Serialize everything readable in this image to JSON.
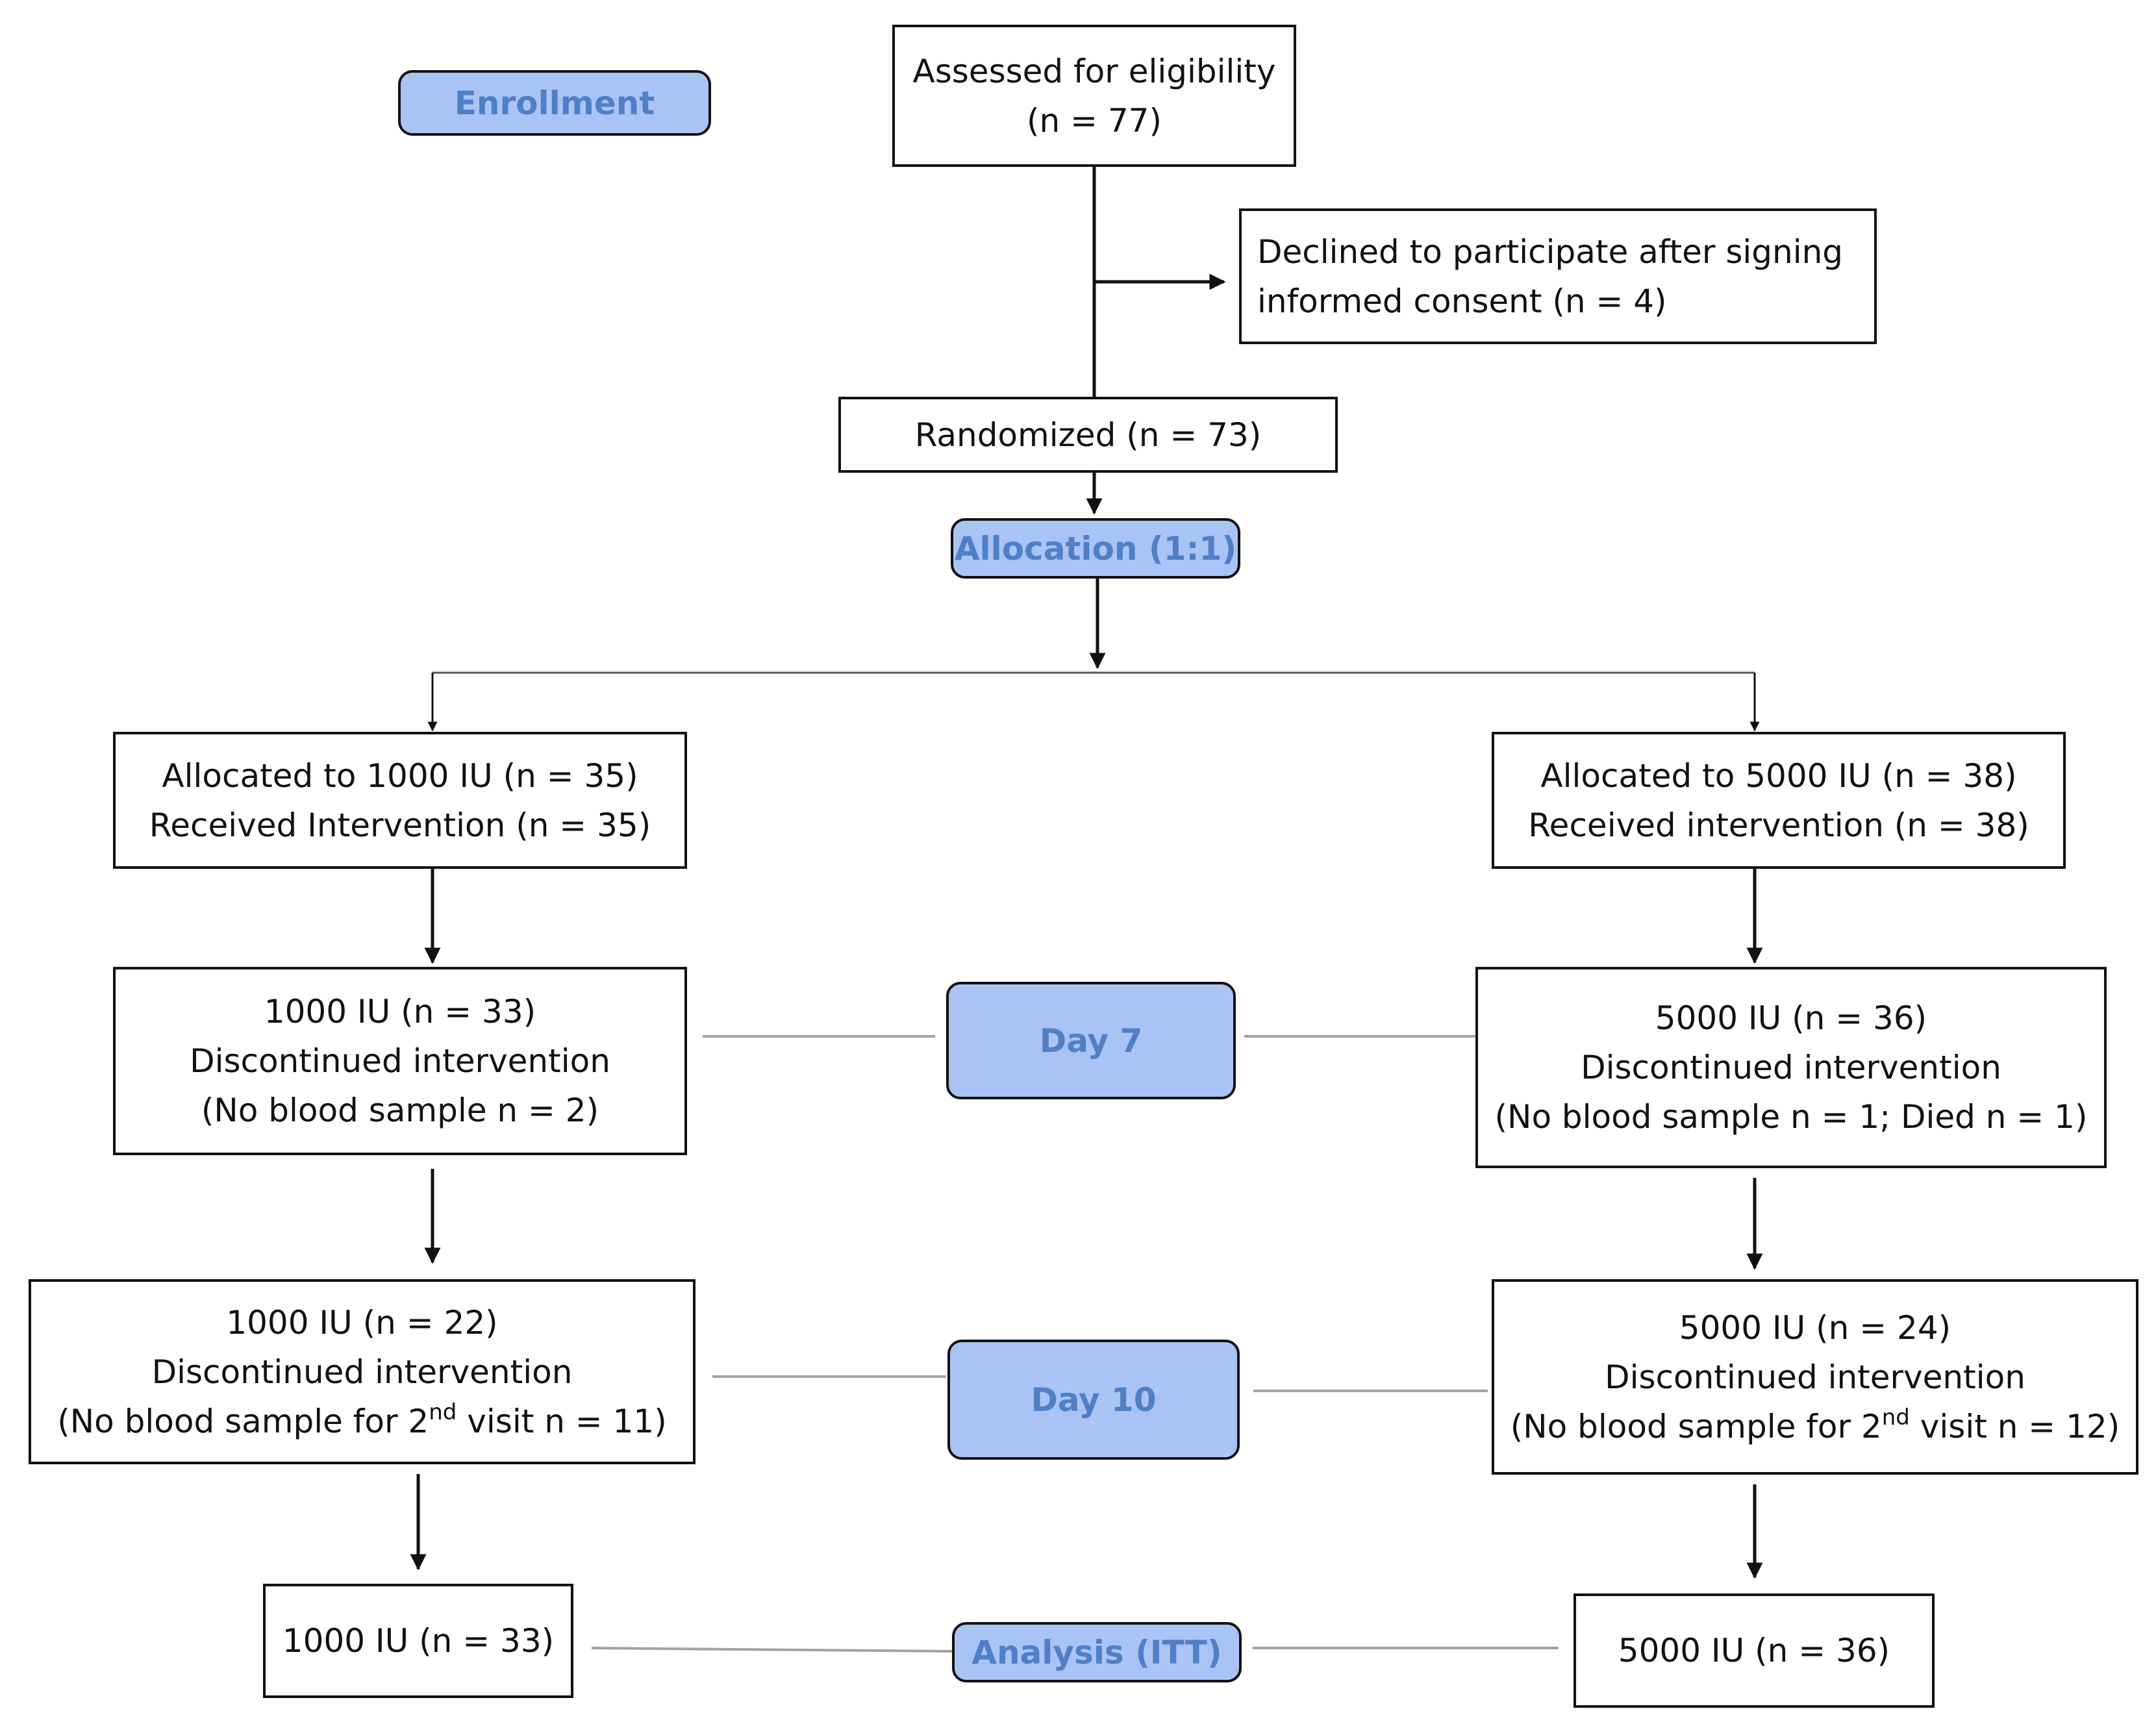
{
  "phases": {
    "enrollment": "Enrollment",
    "allocation": "Allocation (1:1)",
    "day7": "Day 7",
    "day10": "Day 10",
    "analysis": "Analysis (ITT)"
  },
  "boxes": {
    "assessed": {
      "line1": "Assessed for eligibility",
      "line2": "(n = 77)"
    },
    "declined": {
      "line1": "Declined to participate after signing",
      "line2": "informed consent (n = 4)"
    },
    "randomized": {
      "line1": "Randomized (n = 73)"
    },
    "alloc_1000": {
      "line1": "Allocated to 1000 IU (n = 35)",
      "line2": "Received Intervention (n = 35)"
    },
    "alloc_5000": {
      "line1": "Allocated to 5000 IU (n = 38)",
      "line2": "Received intervention (n = 38)"
    },
    "day7_1000": {
      "line1": "1000 IU (n = 33)",
      "line2": "Discontinued intervention",
      "line3": "(No blood sample n = 2)"
    },
    "day7_5000": {
      "line1": "5000 IU (n = 36)",
      "line2": "Discontinued intervention",
      "line3": "(No blood sample n = 1; Died n = 1)"
    },
    "day10_1000": {
      "line1": "1000 IU (n = 22)",
      "line2": "Discontinued intervention",
      "line3_pre": "(No blood sample for 2",
      "line3_sup": "nd",
      "line3_post": " visit n = 11)"
    },
    "day10_5000": {
      "line1": "5000 IU (n = 24)",
      "line2": "Discontinued intervention",
      "line3_pre": "(No blood sample for 2",
      "line3_sup": "nd",
      "line3_post": " visit n = 12)"
    },
    "analysis_1000": {
      "line1": "1000 IU (n = 33)"
    },
    "analysis_5000": {
      "line1": "5000 IU (n = 36)"
    }
  },
  "colors": {
    "phase_fill": "#a9c3f5",
    "phase_text": "#4f7fc7",
    "border": "#111111",
    "connector_grey": "#a3a3a3"
  }
}
